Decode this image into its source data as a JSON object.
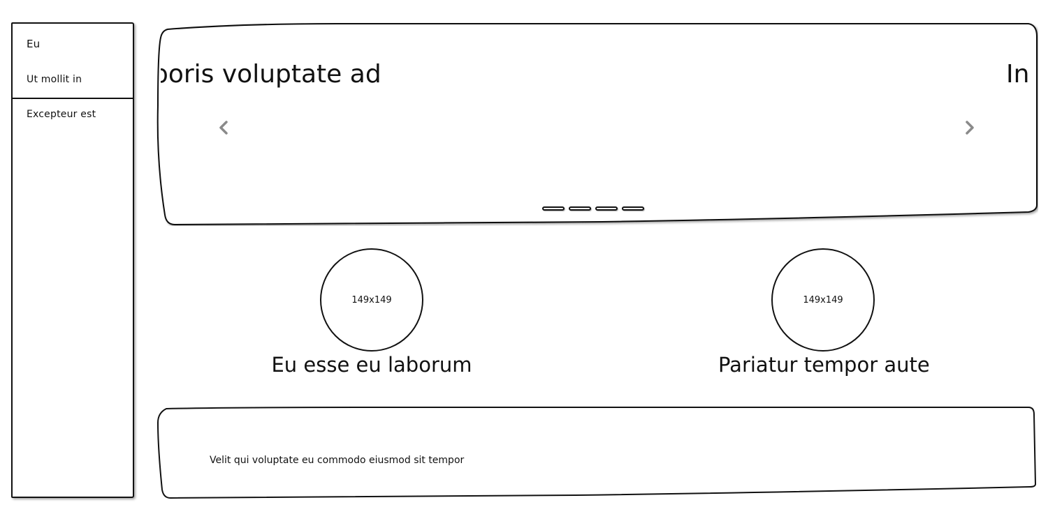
{
  "sidebar": {
    "items": [
      {
        "label": "Eu"
      },
      {
        "label": "Ut mollit in"
      },
      {
        "label": "Excepteur est"
      }
    ]
  },
  "carousel": {
    "slide_text_left": "boris voluptate ad",
    "slide_text_right": "In c",
    "indicator_count": 4
  },
  "features": [
    {
      "image_label": "149x149",
      "title": "Eu esse eu laborum"
    },
    {
      "image_label": "149x149",
      "title": "Pariatur tempor aute"
    }
  ],
  "footer": {
    "text": "Velit qui voluptate eu commodo eiusmod sit tempor"
  },
  "colors": {
    "ink": "#111111",
    "chevron": "#8a8a8a",
    "background": "#ffffff"
  }
}
